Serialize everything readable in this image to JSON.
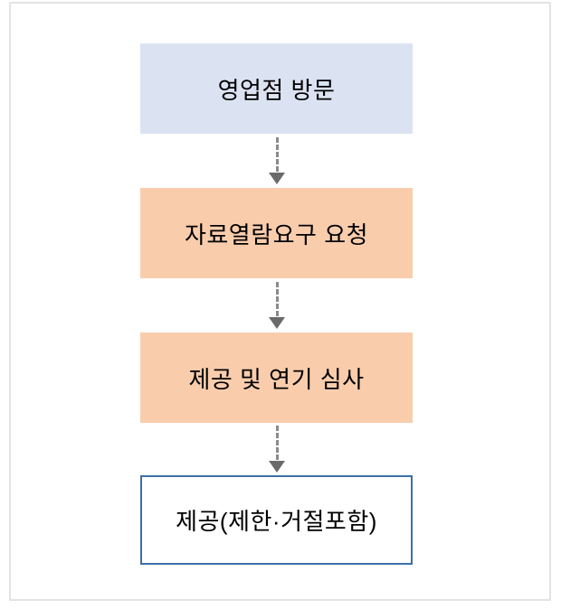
{
  "diagram": {
    "type": "flowchart",
    "direction": "top-down",
    "background": "#ffffff",
    "frame_border_color": "#e3e3e3",
    "steps": [
      {
        "label": "영업점 방문",
        "fill": "#dbe3f2",
        "border_color": "#dbe3f2",
        "text_color": "#000000"
      },
      {
        "label": "자료열람요구 요청",
        "fill": "#f9cdac",
        "border_color": "#f9cdac",
        "text_color": "#000000"
      },
      {
        "label": "제공 및 연기 심사",
        "fill": "#f9cdac",
        "border_color": "#f9cdac",
        "text_color": "#000000"
      },
      {
        "label": "제공(제한·거절포함)",
        "fill": "#ffffff",
        "border_color": "#3c6fa6",
        "text_color": "#000000"
      }
    ],
    "connectors": [
      {
        "from": 0,
        "to": 1,
        "style": "dashed",
        "dash_color": "#8a8a8a",
        "head_color": "#6a6a6a"
      },
      {
        "from": 1,
        "to": 2,
        "style": "dashed",
        "dash_color": "#8a8a8a",
        "head_color": "#6a6a6a"
      },
      {
        "from": 2,
        "to": 3,
        "style": "dashed",
        "dash_color": "#8a8a8a",
        "head_color": "#6a6a6a"
      }
    ]
  }
}
